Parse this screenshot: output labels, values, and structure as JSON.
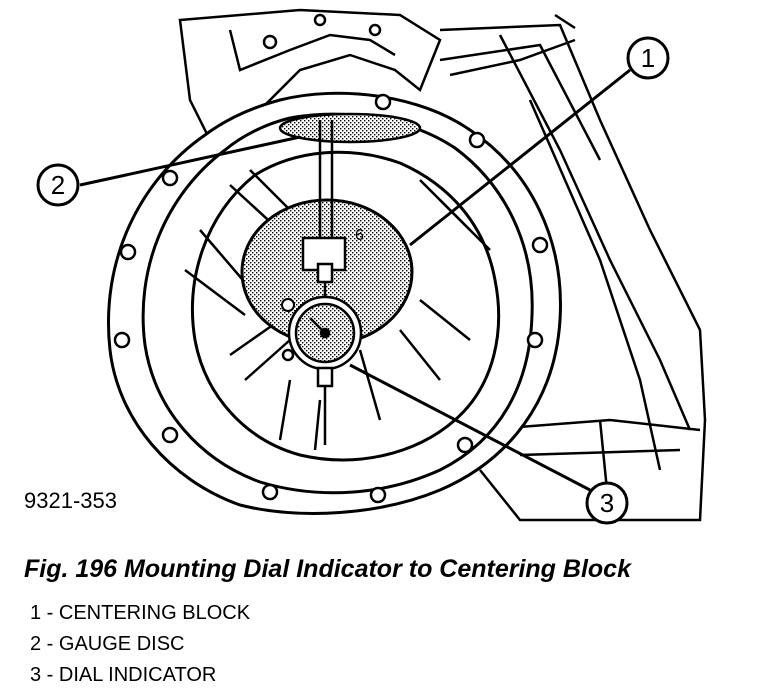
{
  "figure": {
    "id": "9321-353",
    "caption": "Fig. 196 Mounting Dial Indicator to Centering Block",
    "callouts": [
      "1",
      "2",
      "3"
    ]
  },
  "legend": [
    {
      "label": "1 - CENTERING BLOCK"
    },
    {
      "label": "2 - GAUGE DISC"
    },
    {
      "label": "3 - DIAL INDICATOR"
    }
  ]
}
